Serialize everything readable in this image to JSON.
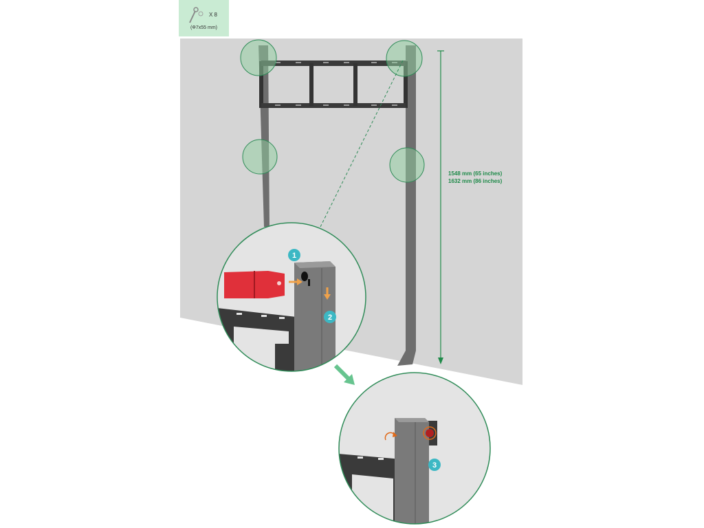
{
  "hardware": {
    "icon": "screw-anchor-icon",
    "quantity_label": "X 8",
    "spec_label": "(Φ7x55 mm)"
  },
  "dimension": {
    "line1": "1548 mm (65 inches)",
    "line2": "1632 mm (86 inches)"
  },
  "steps": [
    {
      "number": "1"
    },
    {
      "number": "2"
    },
    {
      "number": "3"
    }
  ],
  "colors": {
    "badge_bg": "#c9ebd3",
    "accent_green": "#1f8a49",
    "callout_teal": "#3cb8c4",
    "arrow_orange": "#f0a24a",
    "bracket_red": "#e0303a",
    "frame_grey": "#6e6e6e",
    "wall_grey": "#d5d5d5"
  }
}
